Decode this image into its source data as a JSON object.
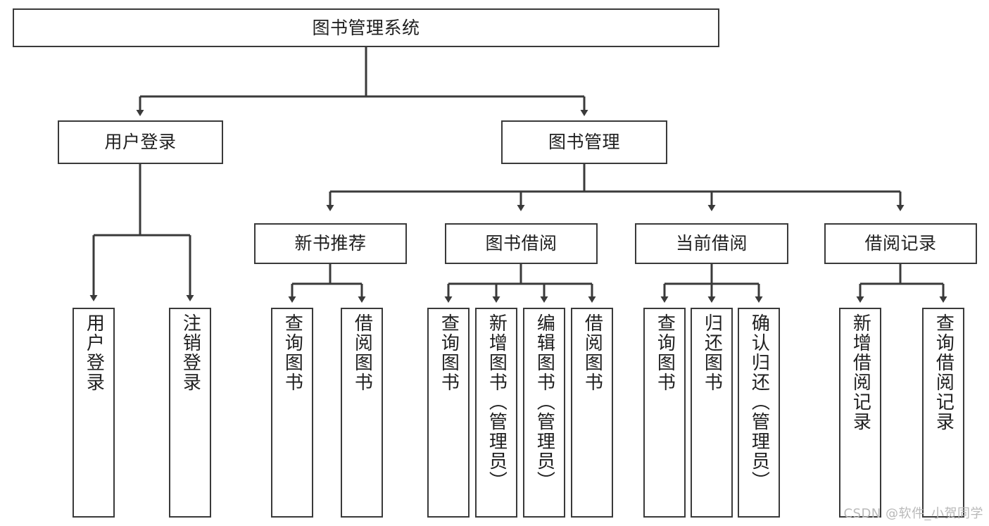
{
  "diagram": {
    "title": "图书管理系统",
    "watermark": "CSDN @软件_小贺同学",
    "root": {
      "label": "图书管理系统"
    },
    "level2": [
      {
        "label": "用户登录"
      },
      {
        "label": "图书管理"
      }
    ],
    "level3": [
      {
        "label": "新书推荐"
      },
      {
        "label": "图书借阅"
      },
      {
        "label": "当前借阅"
      },
      {
        "label": "借阅记录"
      }
    ],
    "leaves": [
      {
        "label": "用户登录"
      },
      {
        "label": "注销登录"
      },
      {
        "label": "查询图书"
      },
      {
        "label": "借阅图书"
      },
      {
        "label": "查询图书"
      },
      {
        "label": "新增图书（管理员）"
      },
      {
        "label": "编辑图书（管理员）"
      },
      {
        "label": "借阅图书"
      },
      {
        "label": "查询图书"
      },
      {
        "label": "归还图书"
      },
      {
        "label": "确认归还（管理员）"
      },
      {
        "label": "新增借阅记录"
      },
      {
        "label": "查询借阅记录"
      }
    ],
    "colors": {
      "stroke": "#3a3a3a",
      "fill": "#ffffff",
      "text": "#1f1f1f",
      "watermark": "#b9b9b9"
    }
  }
}
